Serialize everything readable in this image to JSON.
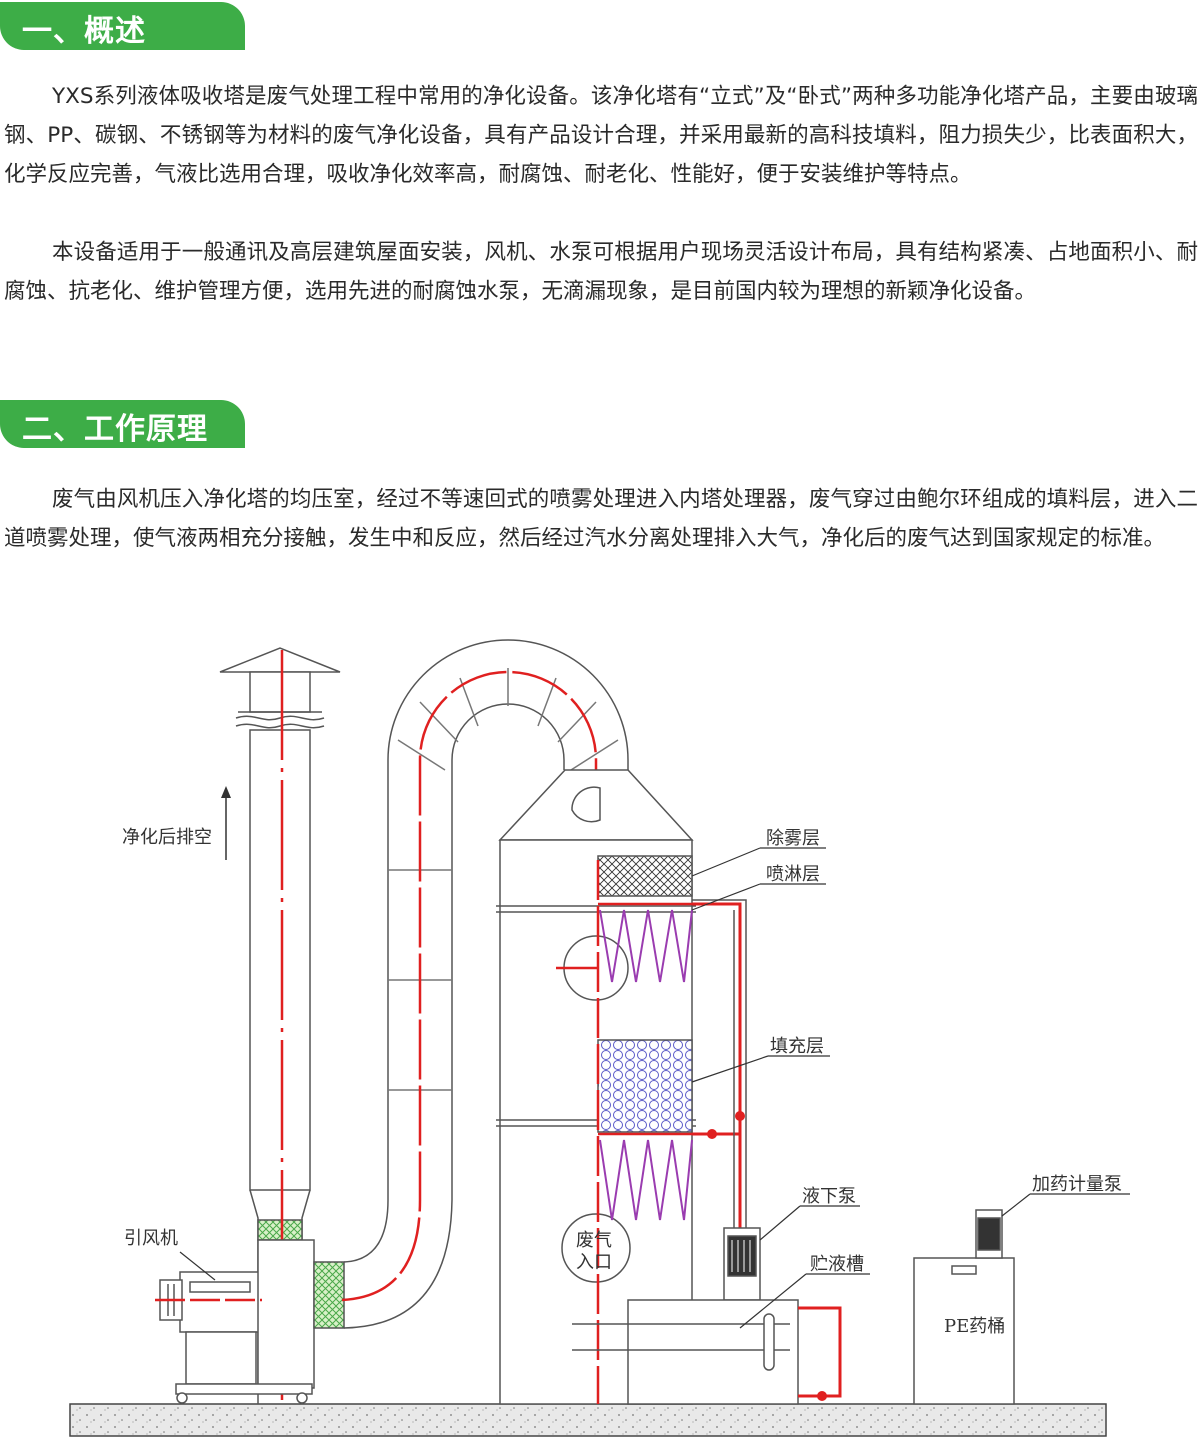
{
  "section1": {
    "title": "一、概述",
    "paragraphs": [
      "YXS系列液体吸收塔是废气处理工程中常用的净化设备。该净化塔有“立式”及“卧式”两种多功能净化塔产品，主要由玻璃钢、PP、碳钢、不锈钢等为材料的废气净化设备，具有产品设计合理，并采用最新的高科技填料，阻力损失少，比表面积大，化学反应完善，气液比选用合理，吸收净化效率高，耐腐蚀、耐老化、性能好，便于安装维护等特点。",
      "本设备适用于一般通讯及高层建筑屋面安装，风机、水泵可根据用户现场灵活设计布局，具有结构紧凑、占地面积小、耐腐蚀、抗老化、维护管理方便，选用先进的耐腐蚀水泵，无滴漏现象，是目前国内较为理想的新颖净化设备。"
    ]
  },
  "section2": {
    "title": "二、工作原理",
    "paragraphs": [
      "废气由风机压入净化塔的均压室，经过不等速回式的喷雾处理进入内塔处理器，废气穿过由鲍尔环组成的填料层，进入二道喷雾处理，使气液两相充分接触，发生中和反应，然后经过汽水分离处理排入大气，净化后的废气达到国家规定的标准。"
    ]
  },
  "diagram": {
    "labels": {
      "exhaust": "净化后排空",
      "demister": "除雾层",
      "spray": "喷淋层",
      "packing": "填充层",
      "submersible_pump": "液下泵",
      "dosing_pump": "加药计量泵",
      "tank": "贮液槽",
      "fan": "引风机",
      "inlet_line1": "废气",
      "inlet_line2": "入口",
      "pe_bucket": "PE药桶"
    },
    "colors": {
      "banner": "#3dad47",
      "flow_line": "#e02020",
      "spray_cone": "#9a3cb0",
      "packing_hex": "#5a5ac8",
      "outline": "#555555"
    }
  }
}
